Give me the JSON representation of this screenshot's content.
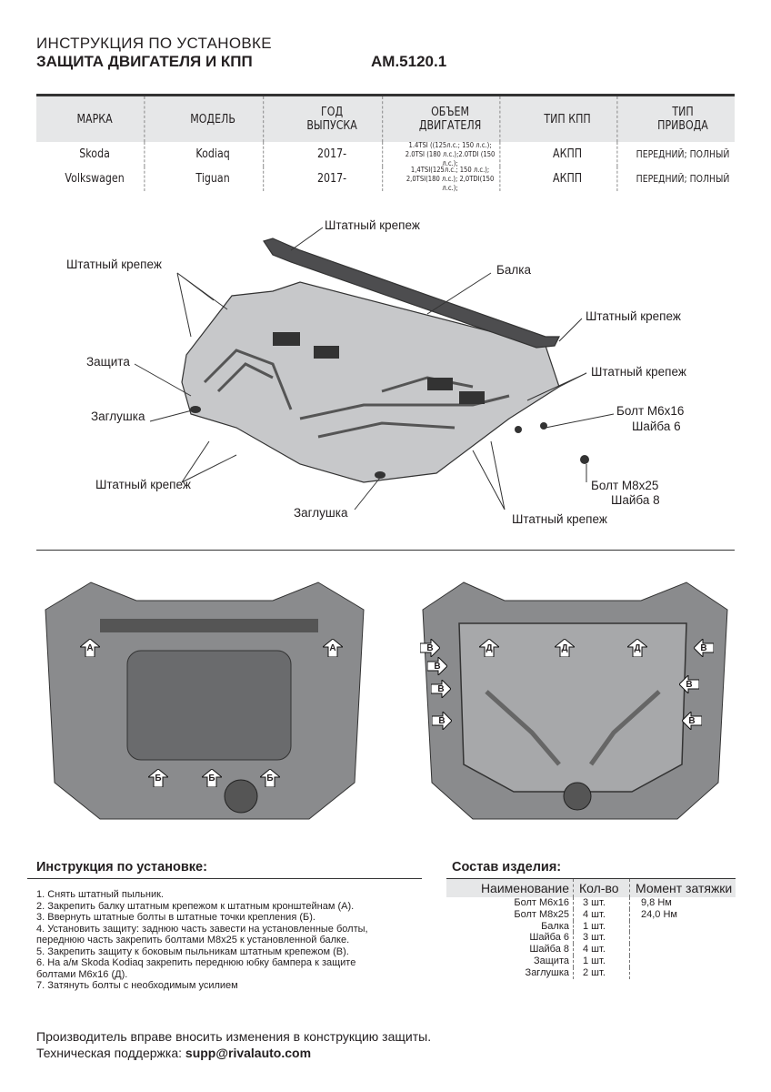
{
  "header": {
    "title_line1": "ИНСТРУКЦИЯ ПО УСТАНОВКЕ",
    "title_line2": "ЗАЩИТА ДВИГАТЕЛЯ И КПП",
    "article": "AM.5120.1"
  },
  "specs": {
    "columns": [
      "МАРКА",
      "МОДЕЛЬ",
      "ГОД ВЫПУСКА",
      "ОБЪЕМ ДВИГАТЕЛЯ",
      "ТИП КПП",
      "ТИП ПРИВОДА"
    ],
    "rows": [
      {
        "brand": "Skoda",
        "model": "Kodiaq",
        "year": "2017-",
        "engine_1": "1.4TSI ((125л.с.; 150 л.с.);",
        "engine_2": "2.0TSI (180 л.с.);2.0TDI (150 л.с.);",
        "gearbox": "АКПП",
        "drive": "ПЕРЕДНИЙ; ПОЛНЫЙ"
      },
      {
        "brand": "Volkswagen",
        "model": "Tiguan",
        "year": "2017-",
        "engine_1": "1,4TSI(125л.с.; 150 л.с.);",
        "engine_2": "2,0TSI(180 л.с.); 2,0TDI(150 л.с.);",
        "gearbox": "АКПП",
        "drive": "ПЕРЕДНИЙ; ПОЛНЫЙ"
      }
    ]
  },
  "diagram": {
    "labels": {
      "fastener_top": "Штатный крепеж",
      "fastener_left": "Штатный крепеж",
      "beam": "Балка",
      "fastener_right1": "Штатный крепеж",
      "guard": "Защита",
      "fastener_right2": "Штатный крепеж",
      "bolt_m6": "Болт М6х16",
      "washer6": "Шайба 6",
      "plug_left": "Заглушка",
      "bolt_m8": "Болт М8х25",
      "washer8": "Шайба 8",
      "fastener_bottom_left": "Штатный крепеж",
      "plug_bottom": "Заглушка",
      "fastener_bottom_right": "Штатный крепеж"
    }
  },
  "photos": {
    "marker_a": "А",
    "marker_b": "Б",
    "marker_v": "В",
    "marker_d": "Д"
  },
  "instructions": {
    "title": "Инструкция по установке:",
    "steps": [
      "1. Снять штатный пыльник.",
      "2. Закрепить балку штатным крепежом к штатным кронштейнам (А).",
      "3. Ввернуть штатные болты в штатные точки крепления (Б).",
      "4. Установить защиту: заднюю часть завести на установленные болты,",
      "переднюю часть закрепить болтами М8х25 к установленной балке.",
      "5. Закрепить защиту к боковым пыльникам штатным крепежом (В).",
      "6. На а/м Skoda Kodiaq закрепить переднюю юбку бампера к защите",
      "болтами М6х16 (Д).",
      "7. Затянуть болты с необходимым усилием"
    ]
  },
  "parts": {
    "title": "Состав изделия:",
    "columns": [
      "Наименование",
      "Кол-во",
      "Момент затяжки"
    ],
    "rows": [
      {
        "name": "Болт М6х16",
        "qty": "3 шт.",
        "torque": "9,8 Нм"
      },
      {
        "name": "Болт М8х25",
        "qty": "4 шт.",
        "torque": "24,0 Нм"
      },
      {
        "name": "Балка",
        "qty": "1 шт.",
        "torque": ""
      },
      {
        "name": "Шайба 6",
        "qty": "3 шт.",
        "torque": ""
      },
      {
        "name": "Шайба 8",
        "qty": "4 шт.",
        "torque": ""
      },
      {
        "name": "Защита",
        "qty": "1 шт.",
        "torque": ""
      },
      {
        "name": "Заглушка",
        "qty": "2 шт.",
        "torque": ""
      }
    ]
  },
  "footer": {
    "line1": "Производитель вправе вносить изменения в конструкцию защиты.",
    "support_label": "Техническая поддержка: ",
    "email": "supp@rivalauto.com"
  }
}
